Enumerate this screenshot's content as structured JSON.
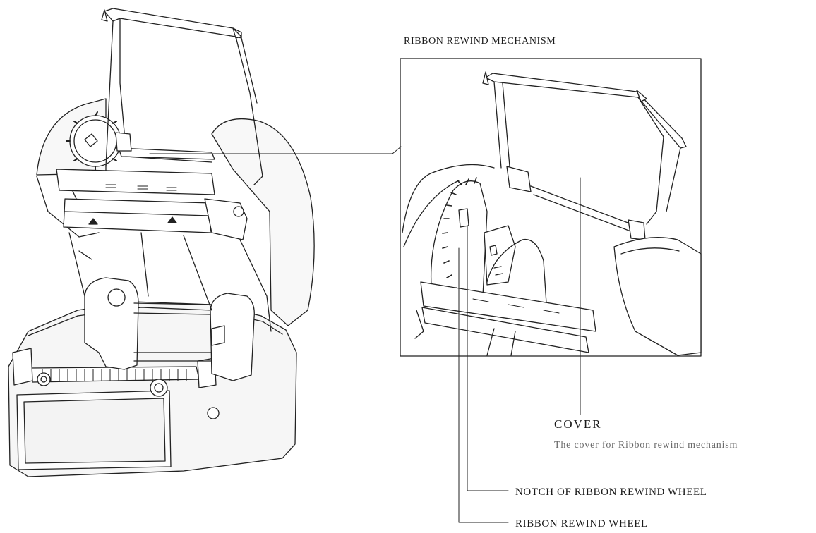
{
  "diagram": {
    "title": "RIBBON REWIND MECHANISM",
    "callouts": {
      "cover": {
        "label": "COVER",
        "description": "The cover for Ribbon rewind mechanism"
      },
      "notch": {
        "label": "NOTCH OF RIBBON REWIND WHEEL"
      },
      "wheel": {
        "label": "RIBBON REWIND WHEEL"
      }
    }
  }
}
